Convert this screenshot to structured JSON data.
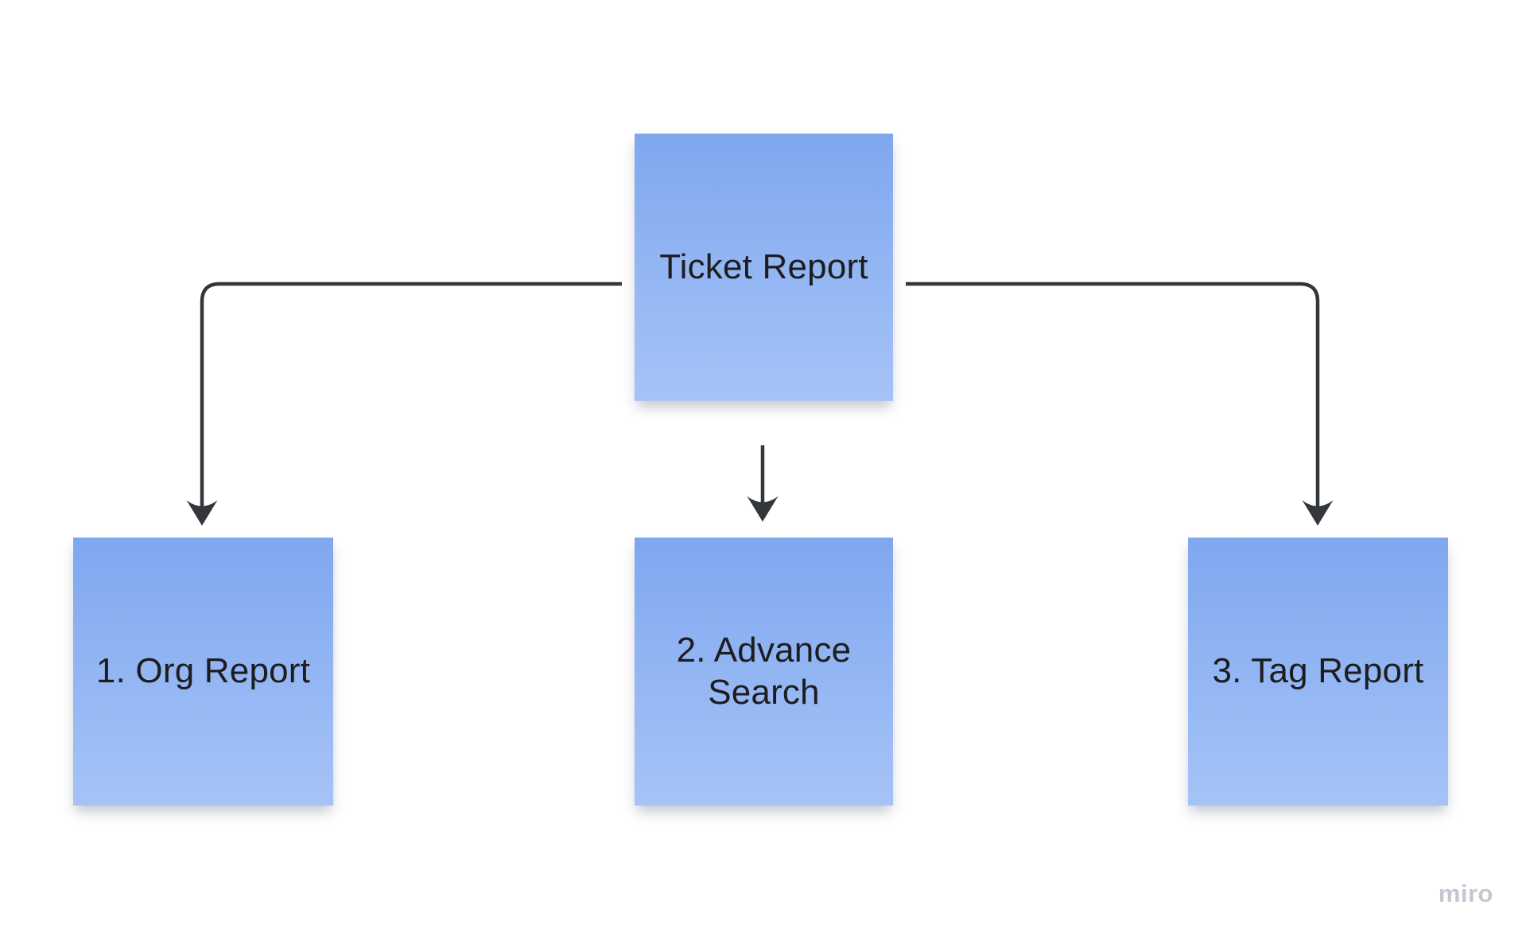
{
  "board": {
    "watermark": "miro"
  },
  "nodes": {
    "root": {
      "id": "ticket-report",
      "label": "Ticket Report"
    },
    "children": [
      {
        "id": "org-report",
        "label": "1. Org Report"
      },
      {
        "id": "advance-search",
        "label": "2. Advance Search"
      },
      {
        "id": "tag-report",
        "label": "3. Tag Report"
      }
    ]
  },
  "edges": [
    {
      "from": "ticket-report",
      "to": "org-report"
    },
    {
      "from": "ticket-report",
      "to": "advance-search"
    },
    {
      "from": "ticket-report",
      "to": "tag-report"
    }
  ],
  "colors": {
    "canvas-bg": "#ffffff",
    "note-top": "#7fa7ef",
    "note-bottom": "#a6c3f7",
    "note-text": "#1d1d1f",
    "line": "#33363a",
    "watermark": "#c6c6d1"
  }
}
